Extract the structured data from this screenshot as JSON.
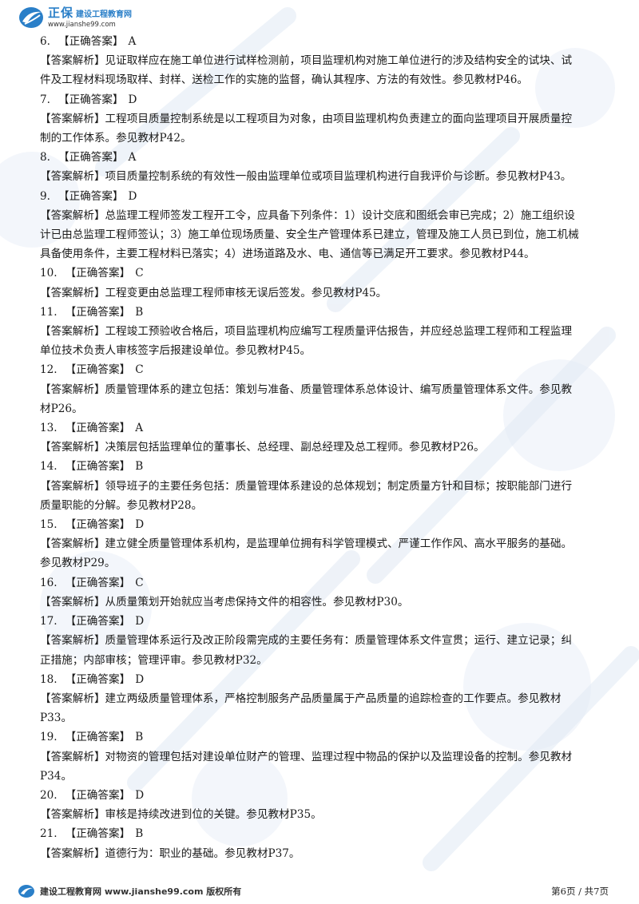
{
  "header": {
    "brand": "正保",
    "name": "建设工程教育网",
    "url": "www.jianshe99.com"
  },
  "items": [
    {
      "num": "6.",
      "answer_label": "【正确答案】",
      "answer": "A",
      "analysis": [
        "【答案解析】见证取样应在施工单位进行试样检测前，项目监理机构对施工单位进行的涉及结构安全的试块、试",
        "件及工程材料现场取样、封样、送检工作的实施的监督，确认其程序、方法的有效性。参见教材P46。"
      ]
    },
    {
      "num": "7.",
      "answer_label": "【正确答案】",
      "answer": "D",
      "analysis": [
        "【答案解析】工程项目质量控制系统是以工程项目为对象，由项目监理机构负责建立的面向监理项目开展质量控",
        "制的工作体系。参见教材P42。"
      ]
    },
    {
      "num": "8.",
      "answer_label": "【正确答案】",
      "answer": "A",
      "analysis": [
        "【答案解析】项目质量控制系统的有效性一般由监理单位或项目监理机构进行自我评价与诊断。参见教材P43。"
      ]
    },
    {
      "num": "9.",
      "answer_label": "【正确答案】",
      "answer": "D",
      "analysis": [
        "【答案解析】总监理工程师签发工程开工令，应具备下列条件：1）设计交底和图纸会审已完成；2）施工组织设",
        "计已由总监理工程师签认；3）施工单位现场质量、安全生产管理体系已建立，管理及施工人员已到位，施工机械",
        "具备使用条件，主要工程材料已落实；4）进场道路及水、电、通信等已满足开工要求。参见教材P44。"
      ]
    },
    {
      "num": "10.",
      "answer_label": "【正确答案】",
      "answer": "C",
      "analysis": [
        "【答案解析】工程变更由总监理工程师审核无误后签发。参见教材P45。"
      ]
    },
    {
      "num": "11.",
      "answer_label": "【正确答案】",
      "answer": "B",
      "analysis": [
        "【答案解析】工程竣工预验收合格后，项目监理机构应编写工程质量评估报告，并应经总监理工程师和工程监理",
        "单位技术负责人审核签字后报建设单位。参见教材P45。"
      ]
    },
    {
      "num": "12.",
      "answer_label": "【正确答案】",
      "answer": "C",
      "analysis": [
        "【答案解析】质量管理体系的建立包括：策划与准备、质量管理体系总体设计、编写质量管理体系文件。参见教",
        "材P26。"
      ]
    },
    {
      "num": "13.",
      "answer_label": "【正确答案】",
      "answer": "A",
      "analysis": [
        "【答案解析】决策层包括监理单位的董事长、总经理、副总经理及总工程师。参见教材P26。"
      ]
    },
    {
      "num": "14.",
      "answer_label": "【正确答案】",
      "answer": "B",
      "analysis": [
        "【答案解析】领导班子的主要任务包括：质量管理体系建设的总体规划；制定质量方针和目标；按职能部门进行",
        "质量职能的分解。参见教材P28。"
      ]
    },
    {
      "num": "15.",
      "answer_label": "【正确答案】",
      "answer": "D",
      "analysis": [
        "【答案解析】建立健全质量管理体系机构，是监理单位拥有科学管理模式、严谨工作作风、高水平服务的基础。",
        "参见教材P29。"
      ]
    },
    {
      "num": "16.",
      "answer_label": "【正确答案】",
      "answer": "C",
      "analysis": [
        "【答案解析】从质量策划开始就应当考虑保持文件的相容性。参见教材P30。"
      ]
    },
    {
      "num": "17.",
      "answer_label": "【正确答案】",
      "answer": "D",
      "analysis": [
        "【答案解析】质量管理体系运行及改正阶段需完成的主要任务有：质量管理体系文件宣贯；运行、建立记录；纠",
        "正措施；内部审核；管理评审。参见教材P32。"
      ]
    },
    {
      "num": "18.",
      "answer_label": "【正确答案】",
      "answer": "D",
      "analysis": [
        "【答案解析】建立两级质量管理体系，严格控制服务产品质量属于产品质量的追踪检查的工作要点。参见教材",
        "P33。"
      ]
    },
    {
      "num": "19.",
      "answer_label": "【正确答案】",
      "answer": "B",
      "analysis": [
        "【答案解析】对物资的管理包括对建设单位财产的管理、监理过程中物品的保护以及监理设备的控制。参见教材",
        "P34。"
      ]
    },
    {
      "num": "20.",
      "answer_label": "【正确答案】",
      "answer": "D",
      "analysis": [
        "【答案解析】审核是持续改进到位的关键。参见教材P35。"
      ]
    },
    {
      "num": "21.",
      "answer_label": "【正确答案】",
      "answer": "B",
      "analysis": [
        "【答案解析】道德行为：职业的基础。参见教材P37。"
      ]
    }
  ],
  "footer": {
    "site": "建设工程教育网 www.jianshe99.com 版权所有",
    "page": "第6页 / 共7页"
  },
  "colors": {
    "brand_blue": "#2a7fc8",
    "watermark": "#eaf1f8"
  },
  "icons": {
    "logo": "swoosh-logo-icon"
  }
}
